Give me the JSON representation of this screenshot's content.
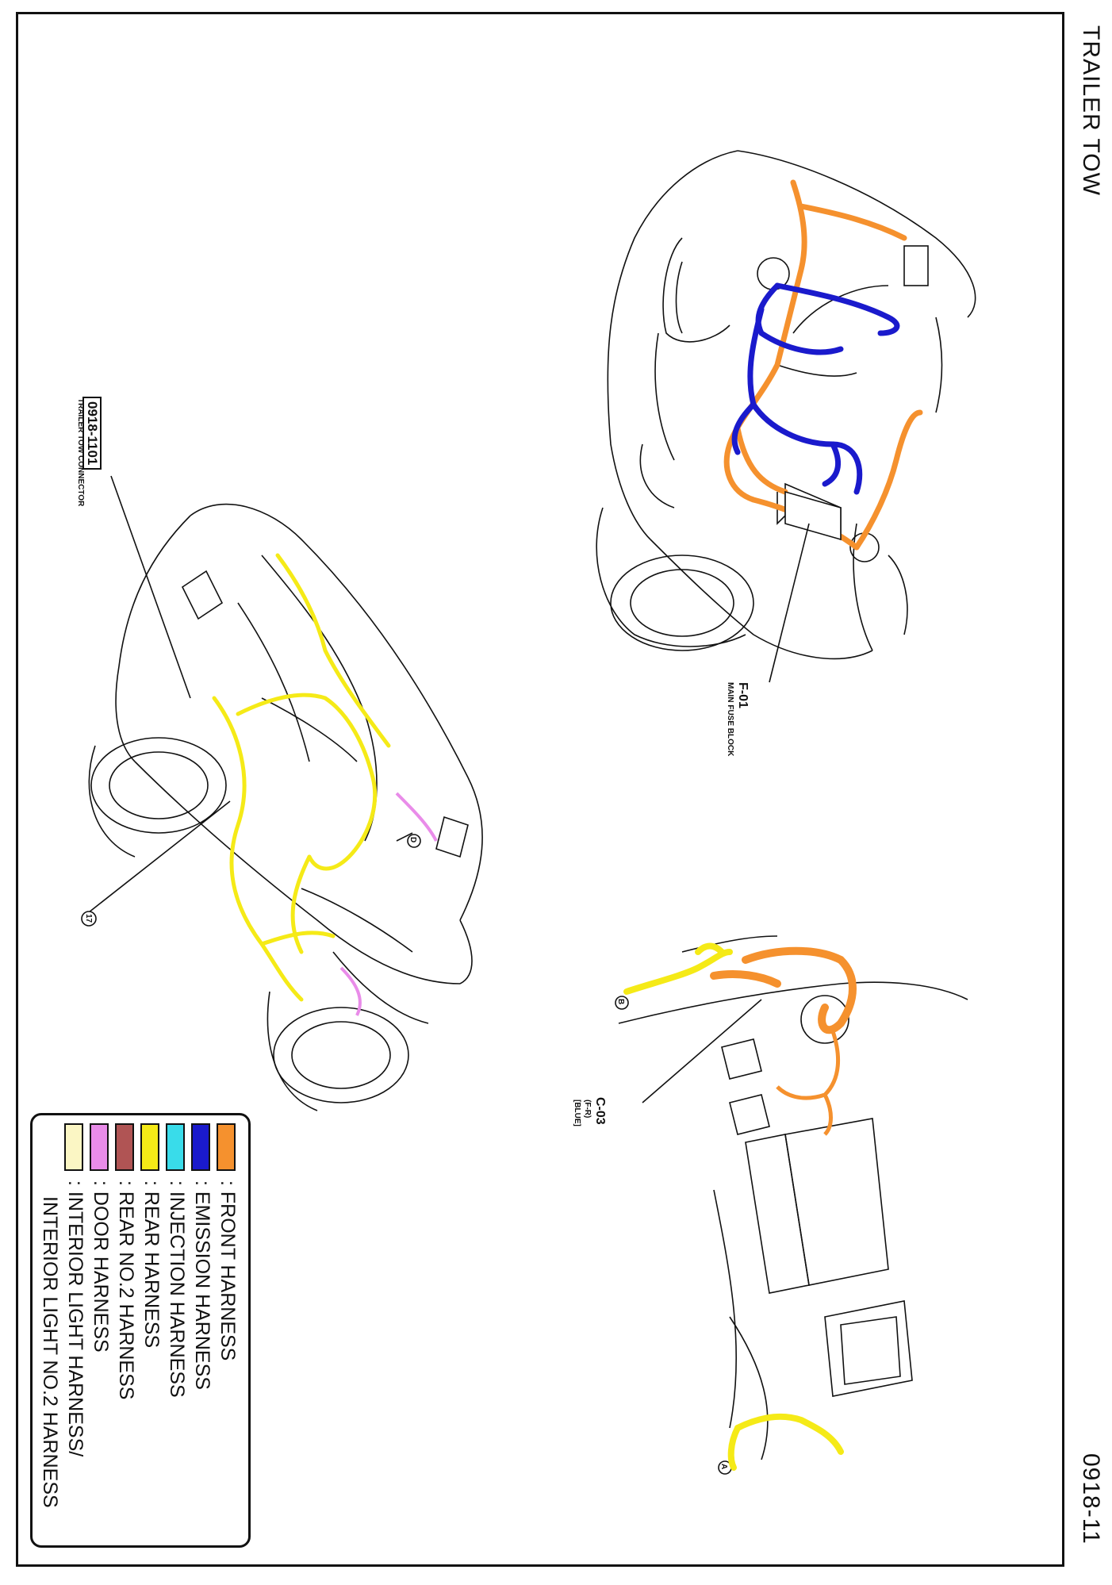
{
  "header": {
    "title": "TRAILER TOW",
    "page_number": "0918-11"
  },
  "callouts": {
    "trailer_connector_code": "0918-1101",
    "trailer_connector_name": "TRAILER TOW CONNECTOR",
    "fuse_block_code": "F-01",
    "fuse_block_name": "MAIN FUSE BLOCK",
    "c03_code": "C-03",
    "c03_sub": "(F-R)",
    "c03_color": "[BLUE]",
    "ref_17": "17",
    "ref_a": "A",
    "ref_b": "B",
    "ref_d": "D"
  },
  "legend": {
    "items": [
      {
        "label": ": FRONT HARNESS",
        "color": "#f5912e"
      },
      {
        "label": ": EMISSION HARNESS",
        "color": "#1a1acc"
      },
      {
        "label": ": INJECTION HARNESS",
        "color": "#39dcea"
      },
      {
        "label": ": REAR HARNESS",
        "color": "#f5ea17"
      },
      {
        "label": ": REAR NO.2 HARNESS",
        "color": "#b05454"
      },
      {
        "label": ": DOOR HARNESS",
        "color": "#e98ce9"
      },
      {
        "label": ": INTERIOR LIGHT HARNESS/",
        "color": "#fbf6c4"
      }
    ],
    "continuation": "INTERIOR LIGHT NO.2 HARNESS"
  },
  "colors": {
    "outline": "#111111",
    "front": "#f5912e",
    "emission": "#1a1acc",
    "rear": "#f5ea17",
    "door": "#e98ce9"
  }
}
